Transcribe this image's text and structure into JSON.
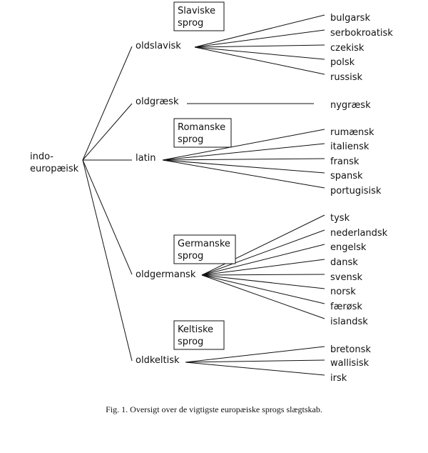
{
  "root": {
    "lines": [
      "indo-",
      "europæisk"
    ]
  },
  "branches": [
    {
      "name": "oldslavisk",
      "group_box": [
        "Slaviske",
        "sprog"
      ],
      "children": [
        "bulgarsk",
        "serbokroatisk",
        "czekisk",
        "polsk",
        "russisk"
      ]
    },
    {
      "name": "oldgræsk",
      "group_box": null,
      "children": [
        "nygræsk"
      ]
    },
    {
      "name": "latin",
      "group_box": [
        "Romanske",
        "sprog"
      ],
      "children": [
        "rumænsk",
        "italiensk",
        "fransk",
        "spansk",
        "portugisisk"
      ]
    },
    {
      "name": "oldgermansk",
      "group_box": [
        "Germanske",
        "sprog"
      ],
      "children": [
        "tysk",
        "nederlandsk",
        "engelsk",
        "dansk",
        "svensk",
        "norsk",
        "færøsk",
        "islandsk"
      ]
    },
    {
      "name": "oldkeltisk",
      "group_box": [
        "Keltiske",
        "sprog"
      ],
      "children": [
        "bretonsk",
        "wallisisk",
        "irsk"
      ]
    }
  ],
  "caption": "Fig. 1. Oversigt over de vigtigste europæiske sprogs slægtskab."
}
